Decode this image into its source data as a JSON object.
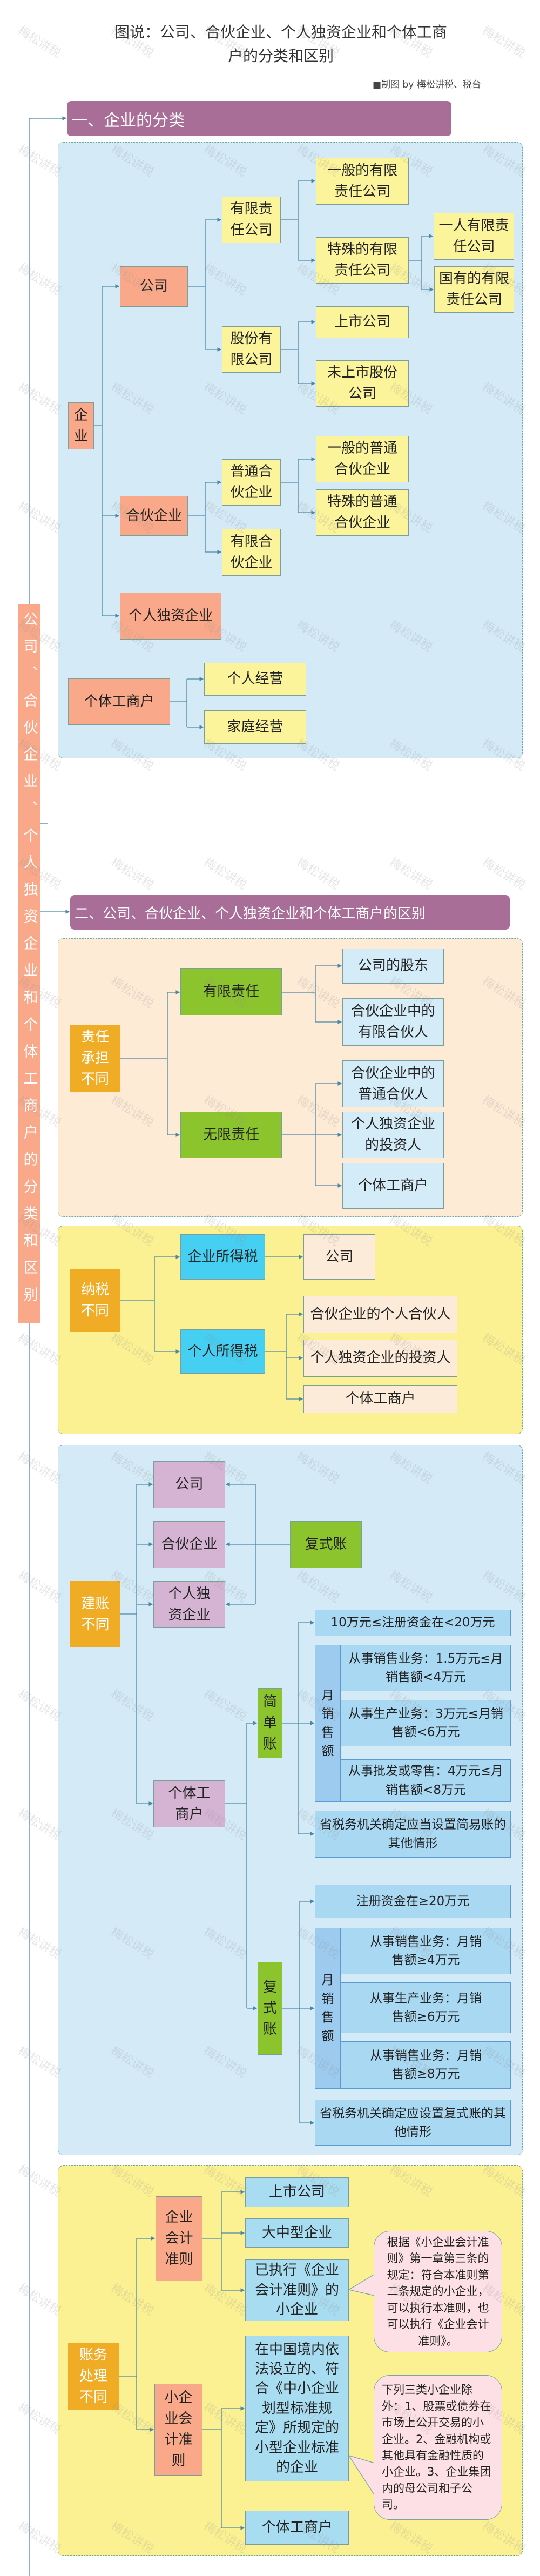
{
  "title": "图说：公司、合伙企业、个人独资企业和个体工商户的分类和区别",
  "credit": "■制图 by 梅松讲税、税台",
  "watermark": "梅松讲税",
  "root_label": "公司、合伙企业、个人独资企业和个体工商户的分类和区别",
  "colors": {
    "header": "#a86e98",
    "panel_blue": "#d4ebf7",
    "panel_peach": "#fdebd6",
    "panel_yellow": "#fbf193",
    "node_orange": "#f9a98a",
    "node_yellow": "#fbf49a",
    "node_amber": "#f0ac24",
    "node_green": "#8cc42e",
    "node_cyan": "#45cff2",
    "node_purple": "#d5b4d3",
    "callout_pink": "#fde0e6"
  },
  "section1": {
    "header": "一、企业的分类",
    "enterprise": "企业",
    "company": "公司",
    "llc": "有限责任公司",
    "llc_general": "一般的有限责任公司",
    "llc_special": "特殊的有限责任公司",
    "llc_one_person": "一人有限责任公司",
    "llc_state": "国有的有限责任公司",
    "joint_stock": "股份有限公司",
    "listed": "上市公司",
    "unlisted": "未上市股份公司",
    "partnership": "合伙企业",
    "general_partnership": "普通合伙企业",
    "gp_general": "一般的普通合伙企业",
    "gp_special": "特殊的普通合伙企业",
    "limited_partnership": "有限合伙企业",
    "sole_proprietorship": "个人独资企业",
    "individual_business": "个体工商户",
    "individual_operation": "个人经营",
    "family_operation": "家庭经营"
  },
  "section2": {
    "header": "二、公司、合伙企业、个人独资企业和个体工商户的区别",
    "liability": {
      "label": "责任承担不同",
      "limited": "有限责任",
      "unlimited": "无限责任",
      "limited_items": [
        "公司的股东",
        "合伙企业中的有限合伙人"
      ],
      "unlimited_items": [
        "合伙企业中的普通合伙人",
        "个人独资企业的投资人",
        "个体工商户"
      ]
    },
    "tax": {
      "label": "纳税不同",
      "cit": "企业所得税",
      "iit": "个人所得税",
      "cit_items": [
        "公司"
      ],
      "iit_items": [
        "合伙企业的个人合伙人",
        "个人独资企业的投资人",
        "个体工商户"
      ]
    },
    "books": {
      "label": "建账不同",
      "entities": [
        "公司",
        "合伙企业",
        "个人独资企业",
        "个体工商户"
      ],
      "double_entry": "复式账",
      "simple": "简单账",
      "monthly_sales": "月销售额",
      "simple_items": {
        "capital": "10万元≤注册资金在<20万元",
        "sales": [
          "从事销售业务：1.5万元≤月销售额<4万元",
          "从事生产业务：3万元≤月销售额<6万元",
          "从事批发或零售：4万元≤月销售额<8万元"
        ],
        "other": "省税务机关确定应当设置简易账的其他情形"
      },
      "double_items": {
        "capital": "注册资金在≥20万元",
        "sales": [
          "从事销售业务：月销售额≥4万元",
          "从事生产业务：月销售额≥6万元",
          "从事销售业务：月销售额≥8万元"
        ],
        "other": "省税务机关确定应设置复式账的其他情形"
      }
    },
    "accounting": {
      "label": "账务处理不同",
      "ent_standard": "企业会计准则",
      "small_standard": "小企业会计准则",
      "ent_items": [
        "上市公司",
        "大中型企业",
        "已执行《企业会计准则》的小企业"
      ],
      "small_items": [
        "在中国境内依法设立的、符合《中小企业划型标准规定》所规定的小型企业标准的企业",
        "个体工商户"
      ],
      "note1": "根据《小企业会计准则》第一章第三条的规定：符合本准则第二条规定的小企业，可以执行本准则，也可以执行《企业会计准则》。",
      "note2": "下列三类小企业除外：1、股票或债券在市场上公开交易的小企业。2、金融机构或其他具有金融性质的小企业。3、企业集团内的母公司和子公司。"
    }
  }
}
